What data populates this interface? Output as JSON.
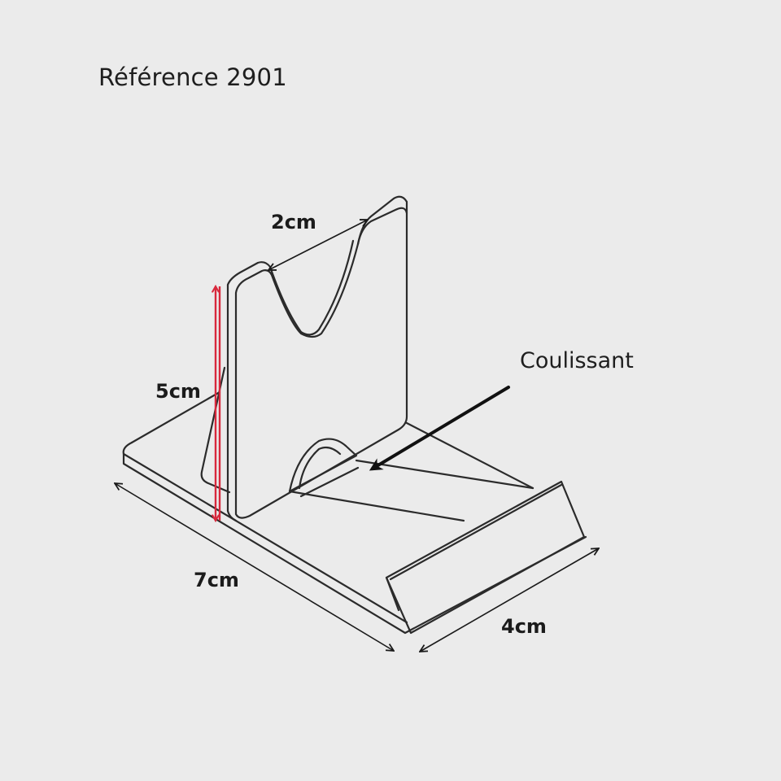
{
  "title": "Référence 2901",
  "callout": {
    "label": "Coulissant",
    "arrow_icon": "arrow-pointing-to-slider"
  },
  "dimensions": {
    "width_top": "2cm",
    "height": "5cm",
    "length": "7cm",
    "depth": "4cm"
  },
  "colors": {
    "background": "#ebebeb",
    "line": "#2b2b2b",
    "height_arrow": "#d8283c"
  }
}
